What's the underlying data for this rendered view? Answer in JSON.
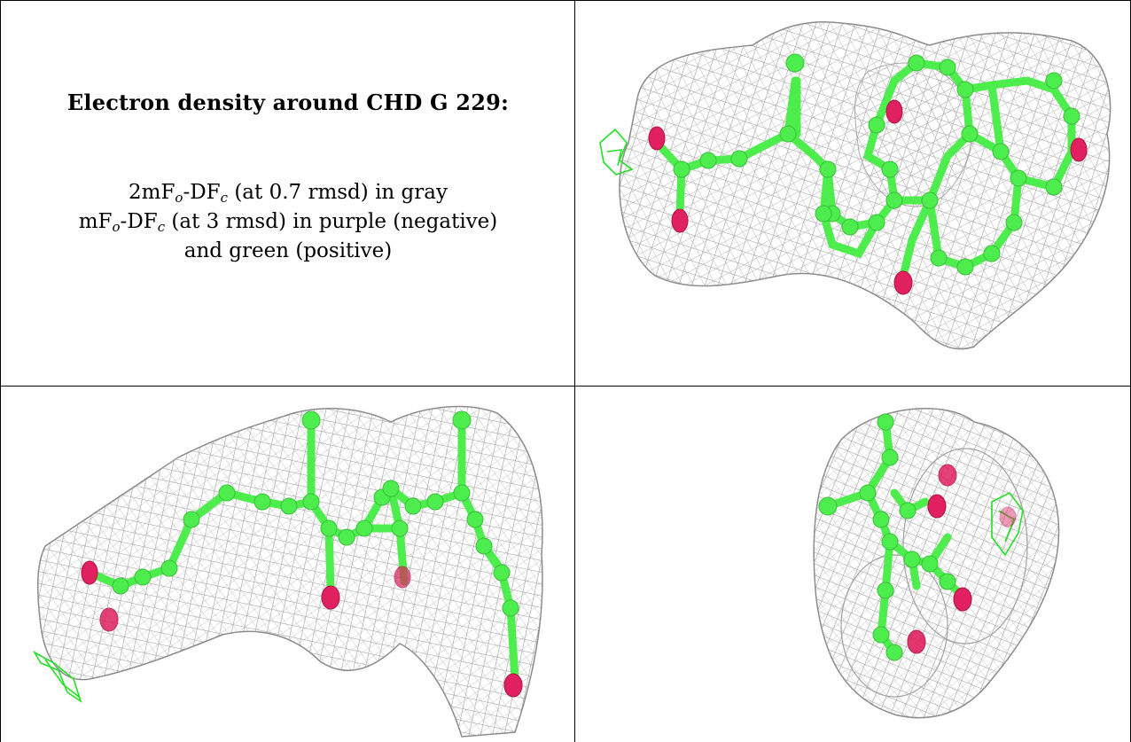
{
  "caption": {
    "title": "Electron density around CHD G 229:",
    "line1": {
      "a": "2mF",
      "s1": "o",
      "b": "-DF",
      "s2": "c",
      "c": " (at 0.7 rmsd) in gray"
    },
    "line2": {
      "a": "mF",
      "s1": "o",
      "b": "-DF",
      "s2": "c",
      "c": " (at 3 rmsd) in purple (negative)"
    },
    "line3": "and green (positive)"
  },
  "colors": {
    "mesh": "#9a9a9a",
    "carbon": "#4ded4d",
    "oxygen": "#e0205f",
    "difference_positive": "#22e022"
  }
}
